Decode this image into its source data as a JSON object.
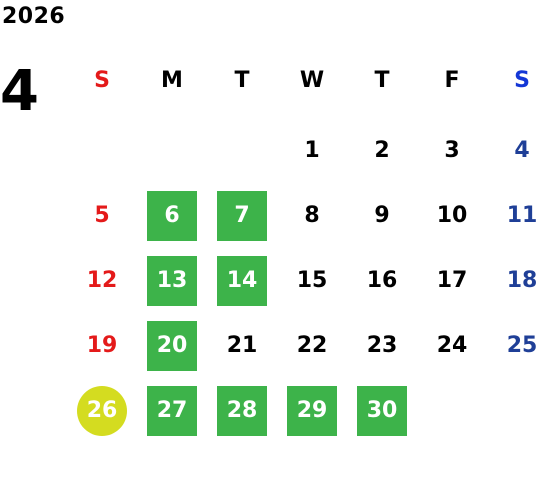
{
  "year": "2026",
  "month": "4",
  "weekdays": [
    "S",
    "M",
    "T",
    "W",
    "T",
    "F",
    "S"
  ],
  "days": {
    "d1": "1",
    "d2": "2",
    "d3": "3",
    "d4": "4",
    "d5": "5",
    "d6": "6",
    "d7": "7",
    "d8": "8",
    "d9": "9",
    "d10": "10",
    "d11": "11",
    "d12": "12",
    "d13": "13",
    "d14": "14",
    "d15": "15",
    "d16": "16",
    "d17": "17",
    "d18": "18",
    "d19": "19",
    "d20": "20",
    "d21": "21",
    "d22": "22",
    "d23": "23",
    "d24": "24",
    "d25": "25",
    "d26": "26",
    "d27": "27",
    "d28": "28",
    "d29": "29",
    "d30": "30"
  },
  "colors": {
    "sunday": "#e41a1a",
    "saturday": "#1f3f97",
    "highlight": "#3db34a",
    "today": "#d4dc20"
  },
  "today": "26",
  "highlighted_days": [
    "6",
    "7",
    "13",
    "14",
    "20",
    "27",
    "28",
    "29",
    "30"
  ]
}
